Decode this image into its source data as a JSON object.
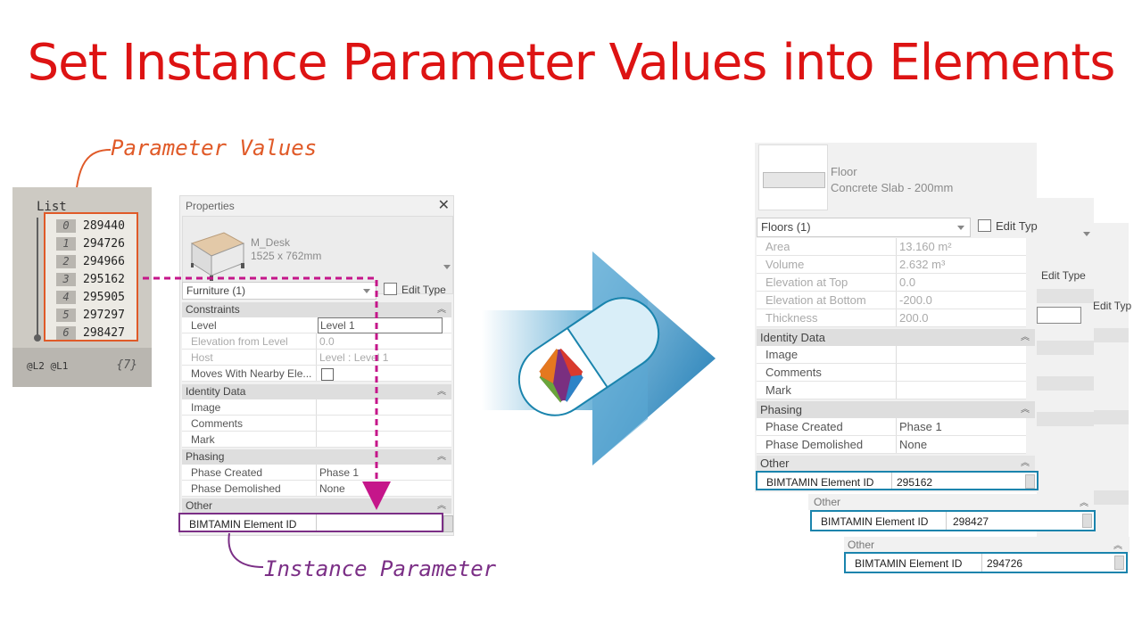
{
  "title": "Set Instance Parameter Values into Elements",
  "annotations": {
    "parameter_values": "Parameter Values",
    "instance_parameter": "Instance Parameter"
  },
  "colors": {
    "title": "#dd1313",
    "orange": "#e05a28",
    "magenta": "#b5177e",
    "purple": "#7b2f86",
    "blue": "#1a84ad"
  },
  "dynamo_list": {
    "header": "List",
    "items": [
      {
        "index": "0",
        "value": "289440"
      },
      {
        "index": "1",
        "value": "294726"
      },
      {
        "index": "2",
        "value": "294966"
      },
      {
        "index": "3",
        "value": "295162"
      },
      {
        "index": "4",
        "value": "295905"
      },
      {
        "index": "5",
        "value": "297297"
      },
      {
        "index": "6",
        "value": "298427"
      }
    ],
    "levels": "@L2 @L1",
    "count": "{7}"
  },
  "properties": {
    "title": "Properties",
    "close": "✕",
    "family": "M_Desk",
    "type": "1525 x 762mm",
    "category": "Furniture (1)",
    "edit_type": "Edit Type",
    "sections": {
      "constraints": "Constraints",
      "identity": "Identity Data",
      "phasing": "Phasing",
      "other": "Other"
    },
    "rows": {
      "level": {
        "k": "Level",
        "v": "Level 1"
      },
      "elev": {
        "k": "Elevation from Level",
        "v": "0.0"
      },
      "host": {
        "k": "Host",
        "v": "Level : Level 1"
      },
      "moves": {
        "k": "Moves With Nearby Ele..."
      },
      "image": {
        "k": "Image"
      },
      "comments": {
        "k": "Comments"
      },
      "mark": {
        "k": "Mark"
      },
      "phase_created": {
        "k": "Phase Created",
        "v": "Phase 1"
      },
      "phase_demolished": {
        "k": "Phase Demolished",
        "v": "None"
      },
      "element_id": {
        "k": "BIMTAMIN Element ID",
        "v": ""
      }
    }
  },
  "floor": {
    "family": "Floor",
    "type": "Concrete Slab - 200mm",
    "category": "Floors (1)",
    "edit_type": "Edit Typ",
    "edit_type_back": "Edit Type",
    "edit_type_back2": "Edit Typ",
    "rows": {
      "area": {
        "k": "Area",
        "v": "13.160 m²"
      },
      "volume": {
        "k": "Volume",
        "v": "2.632 m³"
      },
      "elev_top": {
        "k": "Elevation at Top",
        "v": "0.0"
      },
      "elev_bottom": {
        "k": "Elevation at Bottom",
        "v": "-200.0"
      },
      "thickness": {
        "k": "Thickness",
        "v": "200.0"
      },
      "image": {
        "k": "Image"
      },
      "comments": {
        "k": "Comments"
      },
      "mark": {
        "k": "Mark"
      },
      "phase_created": {
        "k": "Phase Created",
        "v": "Phase 1"
      },
      "phase_demolished": {
        "k": "Phase Demolished",
        "v": "None"
      }
    },
    "sections": {
      "identity": "Identity Data",
      "phasing": "Phasing",
      "other": "Other"
    },
    "results": [
      {
        "section": "Other",
        "k": "BIMTAMIN Element ID",
        "v": "295162"
      },
      {
        "section": "Other",
        "k": "BIMTAMIN Element ID",
        "v": "298427"
      },
      {
        "section": "Other",
        "k": "BIMTAMIN Element ID",
        "v": "294726"
      }
    ]
  }
}
